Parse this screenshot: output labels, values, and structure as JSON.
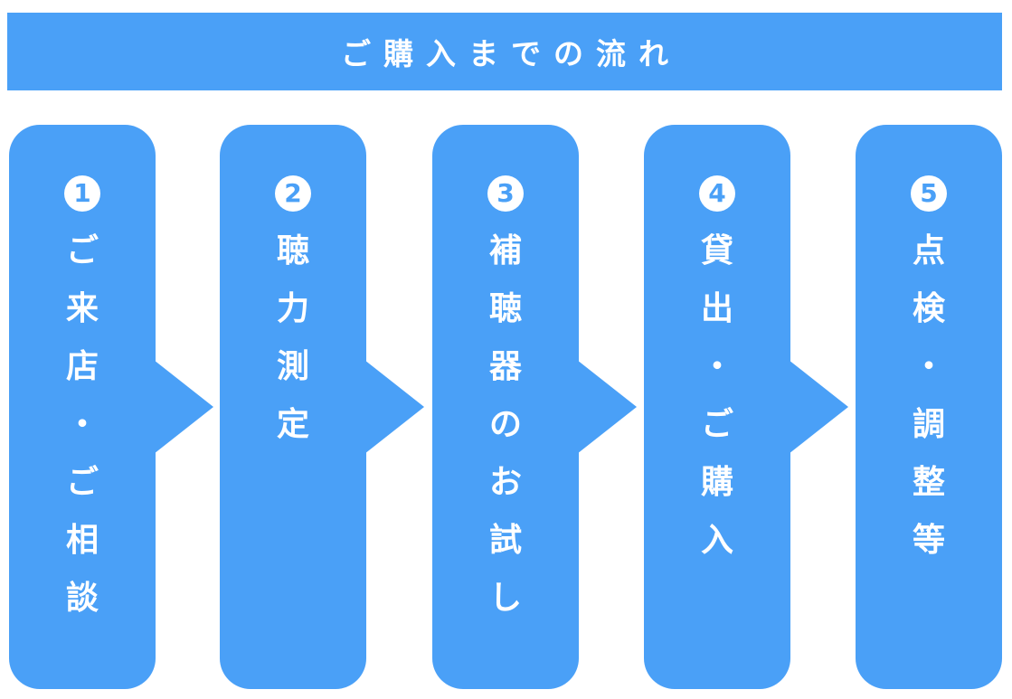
{
  "header": {
    "title": "ご購入までの流れ"
  },
  "steps": [
    {
      "number": "1",
      "chars": [
        "ご",
        "来",
        "店",
        "・",
        "ご",
        "相",
        "談"
      ]
    },
    {
      "number": "2",
      "chars": [
        "聴",
        "力",
        "測",
        "定"
      ]
    },
    {
      "number": "3",
      "chars": [
        "補",
        "聴",
        "器",
        "の",
        "お",
        "試",
        "し"
      ]
    },
    {
      "number": "4",
      "chars": [
        "貸",
        "出",
        "・",
        "ご",
        "購",
        "入"
      ]
    },
    {
      "number": "5",
      "chars": [
        "点",
        "検",
        "・",
        "調",
        "整",
        "等"
      ]
    }
  ],
  "colors": {
    "primary": "#4aa0f7",
    "text": "#ffffff"
  }
}
